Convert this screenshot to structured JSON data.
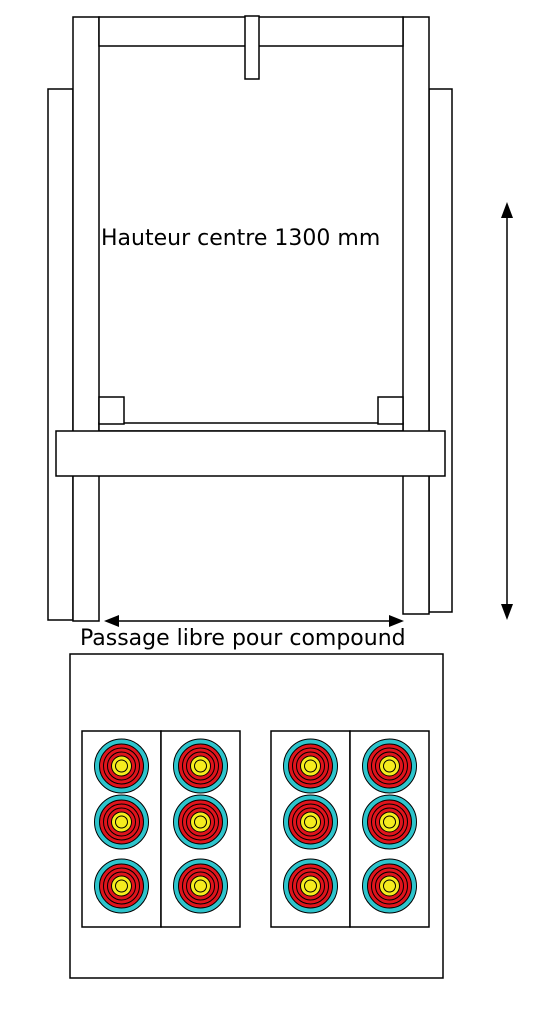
{
  "labels": {
    "height_note": "Hauteur centre 1300 mm",
    "passage_note": "Passage libre pour compound"
  },
  "colors": {
    "stroke": "#000000",
    "background": "#ffffff",
    "ring_outer": "#2ec4cc",
    "ring_red": "#e0141c",
    "ring_gold": "#f5ec1e"
  },
  "target_panel": {
    "groups": 2,
    "columns_per_group": 2,
    "faces_per_column": 3
  }
}
